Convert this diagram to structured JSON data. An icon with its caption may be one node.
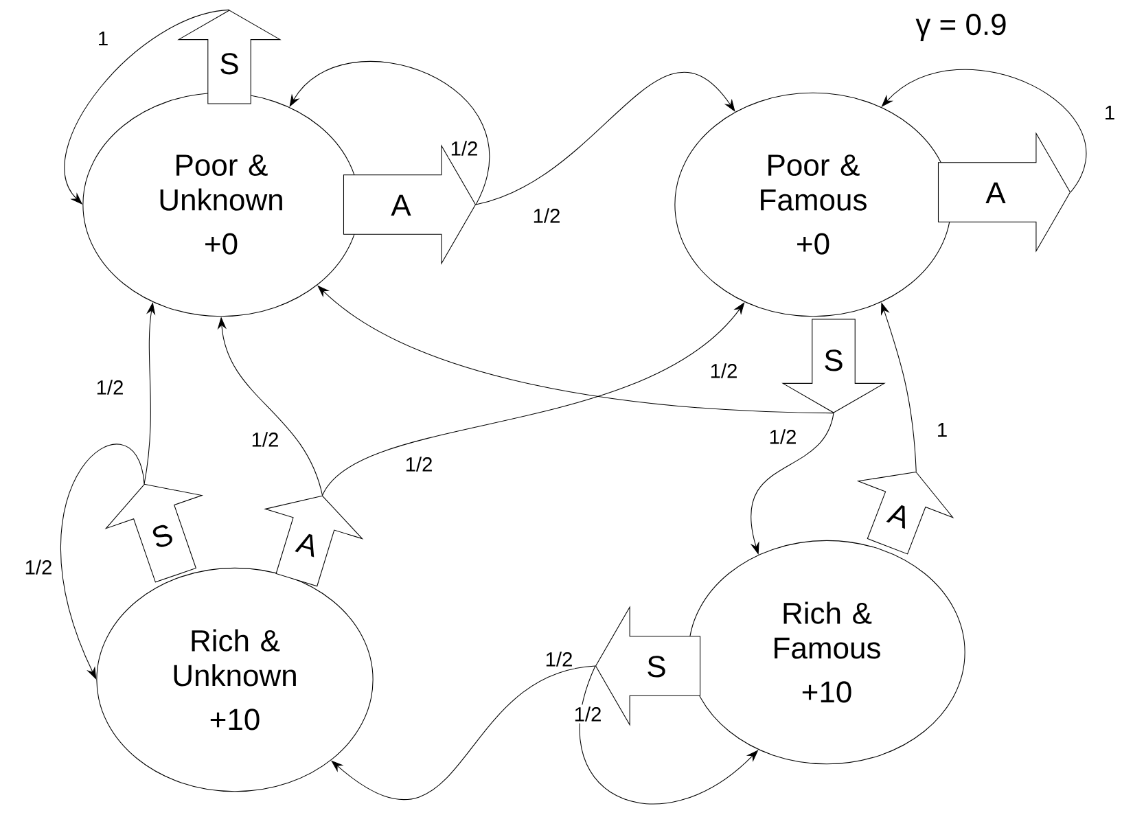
{
  "diagram": {
    "nodes": [
      {
        "text": [
          "Poor & Unknown",
          "+0"
        ]
      },
      {
        "text": [
          "Poor & Famous",
          "+0"
        ]
      },
      {
        "text": [
          "Rich & Unknown",
          "+10"
        ]
      },
      {
        "text": [
          "Rich & Famous",
          "+10"
        ]
      },
      {
        "text": [
          "S"
        ]
      },
      {
        "text": [
          "A"
        ]
      },
      {
        "text": [
          "A"
        ]
      },
      {
        "text": [
          "S"
        ]
      },
      {
        "text": [
          "S"
        ]
      },
      {
        "text": [
          "A"
        ]
      },
      {
        "text": [
          "A"
        ]
      },
      {
        "text": [
          "S"
        ]
      }
    ],
    "edges": [
      {
        "from": 4,
        "to": 0,
        "arrow": "to",
        "label": "1"
      },
      {
        "from": 5,
        "to": 0,
        "arrow": "to",
        "label": "1/2"
      },
      {
        "from": 5,
        "to": 1,
        "arrow": "to",
        "label": "1/2"
      },
      {
        "from": 6,
        "to": 1,
        "arrow": "to",
        "label": "1"
      },
      {
        "from": 7,
        "to": 0,
        "arrow": "to",
        "label": "1/2"
      },
      {
        "from": 7,
        "to": 3,
        "arrow": "to",
        "label": "1/2"
      },
      {
        "from": 8,
        "to": 0,
        "arrow": "to",
        "label": "1/2"
      },
      {
        "from": 8,
        "to": 2,
        "arrow": "to",
        "label": "1/2"
      },
      {
        "from": 9,
        "to": 0,
        "arrow": "to",
        "label": "1/2"
      },
      {
        "from": 9,
        "to": 1,
        "arrow": "to",
        "label": "1/2"
      },
      {
        "from": 10,
        "to": 1,
        "arrow": "to",
        "label": "1"
      },
      {
        "from": 11,
        "to": 2,
        "arrow": "to",
        "label": "1/2"
      },
      {
        "from": 11,
        "to": 3,
        "arrow": "to",
        "label": "1/2"
      }
    ],
    "labels": [
      "γ = 0.9"
    ]
  }
}
